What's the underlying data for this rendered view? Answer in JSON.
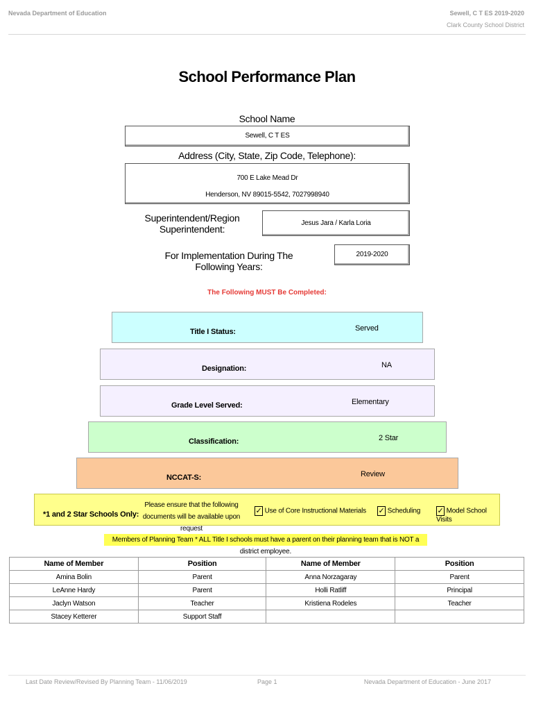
{
  "header": {
    "left": "Nevada Department of Education",
    "right_top": "Sewell, C T ES  2019-2020",
    "right_bottom": "Clark County School District"
  },
  "title": "School Performance Plan",
  "school": {
    "name_label": "School Name",
    "name_value": "Sewell, C T ES",
    "address_label": "Address (City, State, Zip Code, Telephone):",
    "address_line1": "700 E Lake Mead Dr",
    "address_line2": "Henderson, NV  89015-5542, 7027998940",
    "superintendent_label_1": "Superintendent/Region",
    "superintendent_label_2": "Superintendent:",
    "superintendent_value": "Jesus Jara / Karla Loria",
    "years_label": "For Implementation During The Following Years:",
    "years_value": "2019-2020"
  },
  "must_text": "The Following MUST Be Completed:",
  "bands": [
    {
      "label": "Title I Status:",
      "value": "Served",
      "color": "#ccffff"
    },
    {
      "label": "Designation:",
      "value": "NA",
      "color": "#f5f0ff"
    },
    {
      "label": "Grade Level Served:",
      "value": "Elementary",
      "color": "#f5f0ff"
    },
    {
      "label": "Classification:",
      "value": "2 Star",
      "color": "#ccffcc"
    },
    {
      "label": "NCCAT-S:",
      "value": "Review",
      "color": "#fbc89a"
    }
  ],
  "star_row": {
    "label": "*1 and 2 Star Schools Only:",
    "note_line1": "Please ensure that the following",
    "note_line2": "documents will be available upon request",
    "check_mark": "✓",
    "items": [
      "Use of Core Instructional Materials",
      "Scheduling",
      "Model School Visits"
    ]
  },
  "members_note": "Members of Planning Team * ALL Title I schools must have a parent on their planning team that is NOT a district employee.",
  "team_table": {
    "headers": [
      "Name of Member",
      "Position",
      "Name of Member",
      "Position"
    ],
    "rows": [
      [
        "Amina Bolin",
        "Parent",
        "Anna Norzagaray",
        "Parent"
      ],
      [
        "LeAnne Hardy",
        "Parent",
        "Holli Ratliff",
        "Principal"
      ],
      [
        "Jaclyn Watson",
        "Teacher",
        "Kristiena Rodeles",
        "Teacher"
      ],
      [
        "Stacey Ketterer",
        "Support Staff",
        "",
        ""
      ]
    ]
  },
  "footer": {
    "left": "Last Date Review/Revised By Planning Team - 11/06/2019",
    "center": "Page 1",
    "right": "Nevada Department of Education - June 2017"
  }
}
